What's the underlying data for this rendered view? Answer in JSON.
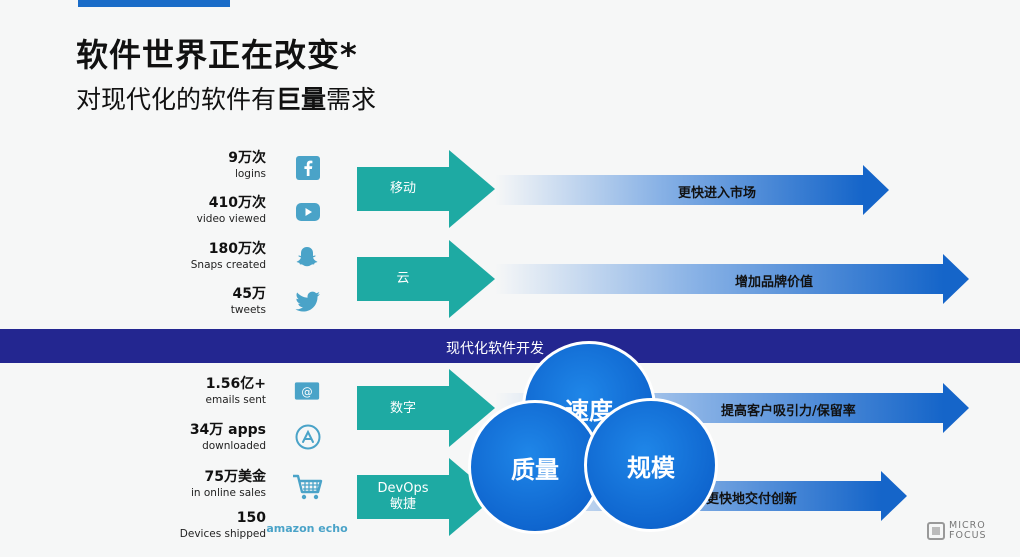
{
  "header": {
    "title": "软件世界正在改变*",
    "subtitle_pre": "对现代化的软件有",
    "subtitle_bold": "巨量",
    "subtitle_post": "需求"
  },
  "stats": [
    {
      "value": "9万次",
      "label": "logins",
      "icon": "facebook-icon"
    },
    {
      "value": "410万次",
      "label": "video viewed",
      "icon": "youtube-icon"
    },
    {
      "value": "180万次",
      "label": "Snaps created",
      "icon": "snapchat-icon"
    },
    {
      "value": "45万",
      "label": "tweets",
      "icon": "twitter-icon"
    },
    {
      "value": "1.56亿+",
      "label": "emails sent",
      "icon": "email-icon"
    },
    {
      "value": "34万 apps",
      "label": "downloaded",
      "icon": "app-store-icon"
    },
    {
      "value": "75万美金",
      "label": "in online sales",
      "icon": "shopping-cart-icon"
    },
    {
      "value": "150",
      "label": "Devices shipped",
      "icon": "amazon-echo-logo"
    }
  ],
  "amazon_echo_text": "amazon echo",
  "band_label": "现代化软件开发",
  "teal_arrows": [
    {
      "label": "移动"
    },
    {
      "label": "云"
    },
    {
      "label": "数字"
    },
    {
      "label_line1": "DevOps",
      "label_line2": "敏捷"
    }
  ],
  "blue_arrows": [
    {
      "label": "更快进入市场"
    },
    {
      "label": "增加品牌价值"
    },
    {
      "label": "提高客户吸引力/保留率"
    },
    {
      "label": "更快地交付创新"
    }
  ],
  "circles": {
    "top": "速度",
    "left": "质量",
    "right": "规模"
  },
  "logo": {
    "line1": "MICRO",
    "line2": "FOCUS"
  },
  "colors": {
    "band": "#232690",
    "teal": "#1eaaa3",
    "blue": "#1565c9",
    "circle": "#0f66cf",
    "icon_bg": "#4aa3c8"
  }
}
